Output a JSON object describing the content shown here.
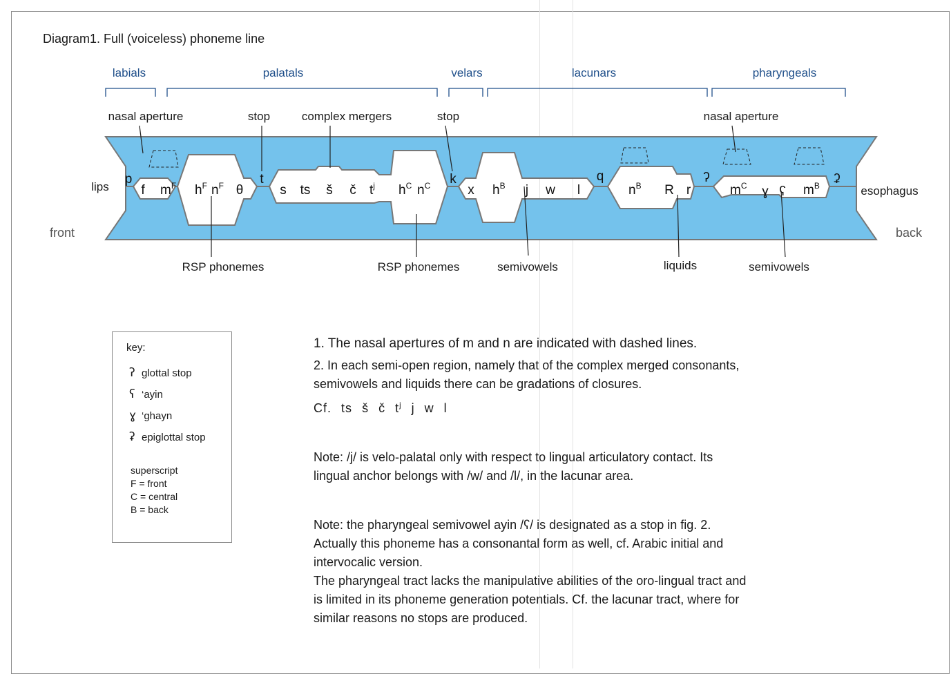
{
  "title": "Diagram1. Full (voiceless) phoneme line",
  "regions": {
    "labials": "labials",
    "palatals": "palatals",
    "velars": "velars",
    "lacunars": "lacunars",
    "pharyngeals": "pharyngeals"
  },
  "annotations": {
    "nasal_aperture_front": "nasal aperture",
    "stop_t": "stop",
    "complex_mergers": "complex mergers",
    "stop_k": "stop",
    "nasal_aperture_back": "nasal aperture",
    "rsp_front": "RSP phonemes",
    "rsp_central": "RSP phonemes",
    "semivowels_velar": "semivowels",
    "liquids": "liquids",
    "semivowels_pharyngeal": "semivowels"
  },
  "sides": {
    "lips": "lips",
    "esophagus": "esophagus",
    "front": "front",
    "back": "back"
  },
  "phonemes": {
    "p": "p",
    "f": "f",
    "m": "m",
    "h": "h",
    "n": "n",
    "theta": "θ",
    "t": "t",
    "s": "s",
    "ts": "ts",
    "s_caron": "š",
    "c_caron": "č",
    "k": "k",
    "x": "x",
    "j": "j",
    "w": "w",
    "l": "l",
    "q": "q",
    "R": "R",
    "r": "r",
    "glottal": "ʔ",
    "gamma": "ɣ",
    "ayin": "ʕ",
    "epiglottal": "ʡ",
    "sup_F": "F",
    "sup_C": "C",
    "sup_B": "B",
    "sup_j": "j"
  },
  "key": {
    "title": "key:",
    "items": [
      {
        "symbol": "ʔ",
        "label": "glottal stop"
      },
      {
        "symbol": "ʕ",
        "label": "‘ayin"
      },
      {
        "symbol": "ɣ",
        "label": "‘ghayn"
      },
      {
        "symbol": "ʡ",
        "label": "epiglottal stop"
      }
    ],
    "superscript_title": "superscript",
    "superscript_items": [
      "F = front",
      "C = central",
      "B = back"
    ]
  },
  "notes": {
    "n1": "1. The nasal apertures of m and n are indicated with dashed lines.",
    "n2a": "2. In each semi-open region, namely that of the complex merged consonants,",
    "n2b": "semivowels and liquids there can be gradations of closures.",
    "cf_prefix": "Cf.",
    "cf_items": [
      "ts",
      "š",
      "č",
      "t",
      "j",
      "w",
      "l"
    ],
    "cf_sup": "j",
    "note_j_a": "Note: /j/ is velo-palatal only with respect to lingual articulatory contact. Its",
    "note_j_b": "lingual anchor belongs with /w/ and /l/, in the lacunar area.",
    "note_ayin_a": "Note: the pharyngeal semivowel ayin /ʕ/ is designated as a stop in fig. 2.",
    "note_ayin_b": "Actually this phoneme has a consonantal form as well, cf. Arabic initial and",
    "note_ayin_c": "intervocalic version.",
    "note_tract_a": "The pharyngeal tract lacks the manipulative abilities of the oro-lingual tract and",
    "note_tract_b": "is limited in its phoneme generation potentials.  Cf. the lacunar tract, where for",
    "note_tract_c": "similar reasons  no stops are produced."
  },
  "colors": {
    "tube_fill": "#74c2ec",
    "tube_stroke": "#777777",
    "region_label": "#1f4f8a"
  }
}
